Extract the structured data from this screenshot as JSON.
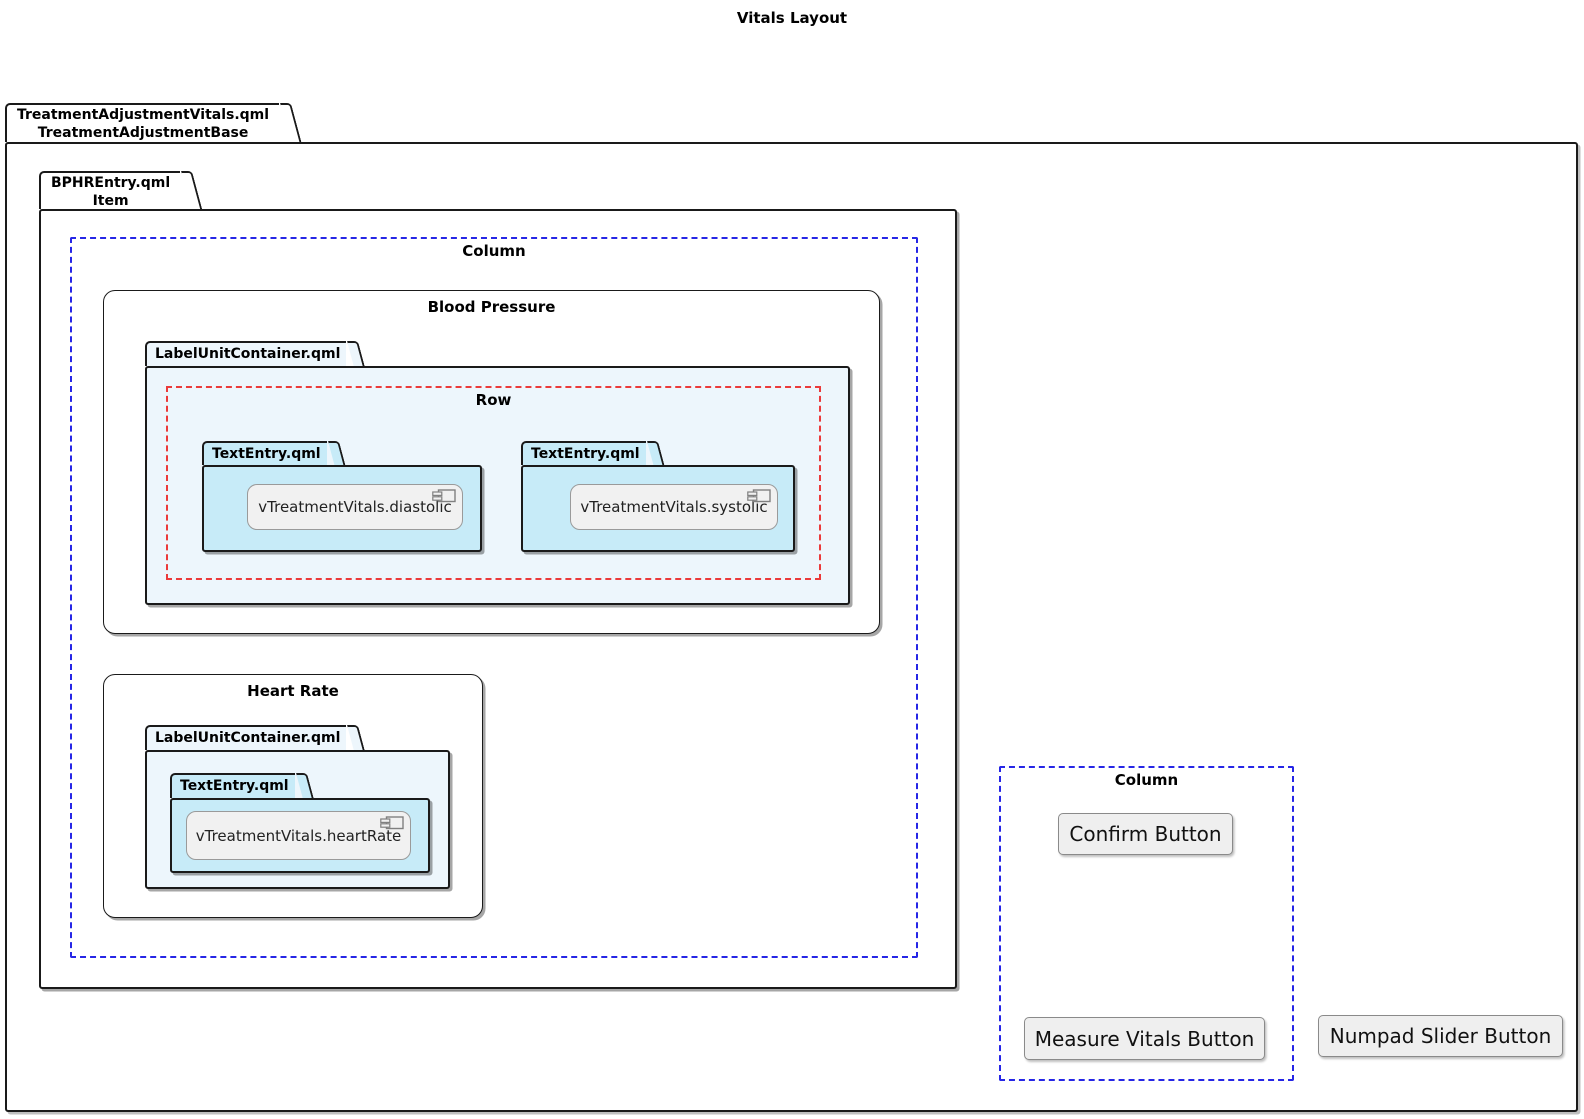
{
  "title": "Vitals Layout",
  "outer_package": {
    "file": "TreatmentAdjustmentVitals.qml",
    "base": "TreatmentAdjustmentBase"
  },
  "item_frame": {
    "file": "BPHREntry.qml",
    "base": "Item"
  },
  "layout_column": {
    "label": "Column"
  },
  "blood_pressure": {
    "title": "Blood Pressure",
    "container_file": "LabelUnitContainer.qml",
    "row": {
      "label": "Row"
    },
    "entries": [
      {
        "file": "TextEntry.qml",
        "component": "vTreatmentVitals.diastolic"
      },
      {
        "file": "TextEntry.qml",
        "component": "vTreatmentVitals.systolic"
      }
    ]
  },
  "heart_rate": {
    "title": "Heart Rate",
    "container_file": "LabelUnitContainer.qml",
    "entry": {
      "file": "TextEntry.qml",
      "component": "vTreatmentVitals.heartRate"
    }
  },
  "buttons_column": {
    "label": "Column",
    "confirm_label": "Confirm Button",
    "measure_label": "Measure Vitals Button"
  },
  "numpad_button_label": "Numpad Slider Button",
  "colors": {
    "container_fill_light": "#EDF6FC",
    "container_fill_cyan": "#C7EBF8",
    "column_dash": "#2626E6",
    "row_dash": "#EB3A3A",
    "component_fill": "#F1F1F1",
    "button_fill": "#EFEFEF",
    "border": "#1A1A1A"
  }
}
